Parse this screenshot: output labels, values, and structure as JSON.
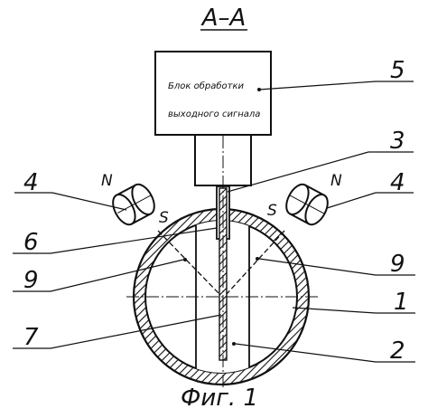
{
  "section_label": "A–A",
  "block_text_line1": "Блок обработки",
  "block_text_line2": "выходного сигнала",
  "callouts": {
    "c1": "1",
    "c2": "2",
    "c3": "3",
    "c4_left": "4",
    "c4_right": "4",
    "c5": "5",
    "c6": "6",
    "c7": "7",
    "c9_left": "9",
    "c9_right": "9"
  },
  "pole_labels": {
    "n_left": "N",
    "s_left": "S",
    "n_right": "N",
    "s_right": "S"
  },
  "caption": "Фиг. 1"
}
